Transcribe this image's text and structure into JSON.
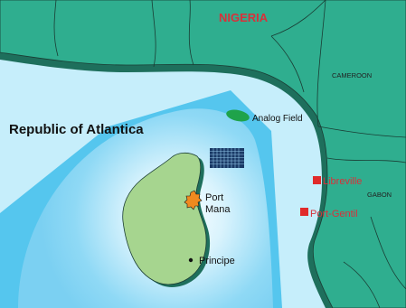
{
  "labels": {
    "nigeria": "NIGERIA",
    "cameroon": "CAMEROON",
    "gabon": "GABON",
    "atlantica": "Republic of Atlantica",
    "analog_field": "Analog Field",
    "port_mana_line1": "Port",
    "port_mana_line2": "Mana",
    "principe": "Principe",
    "libreville": "Libreville",
    "port_gentil": "Port-Gentil"
  },
  "colors": {
    "land": "#2fae8f",
    "coast_shadow": "#1e6f5c",
    "sea_outer": "#c6eefb",
    "sea_inner": "#8fd9f5",
    "sea_center": "#ffffff",
    "island": "#a6d58f",
    "field": "#1fa34a",
    "block_grid": "#1a3a66",
    "city_red": "#e02a2a",
    "port_marker": "#f08a1f"
  }
}
